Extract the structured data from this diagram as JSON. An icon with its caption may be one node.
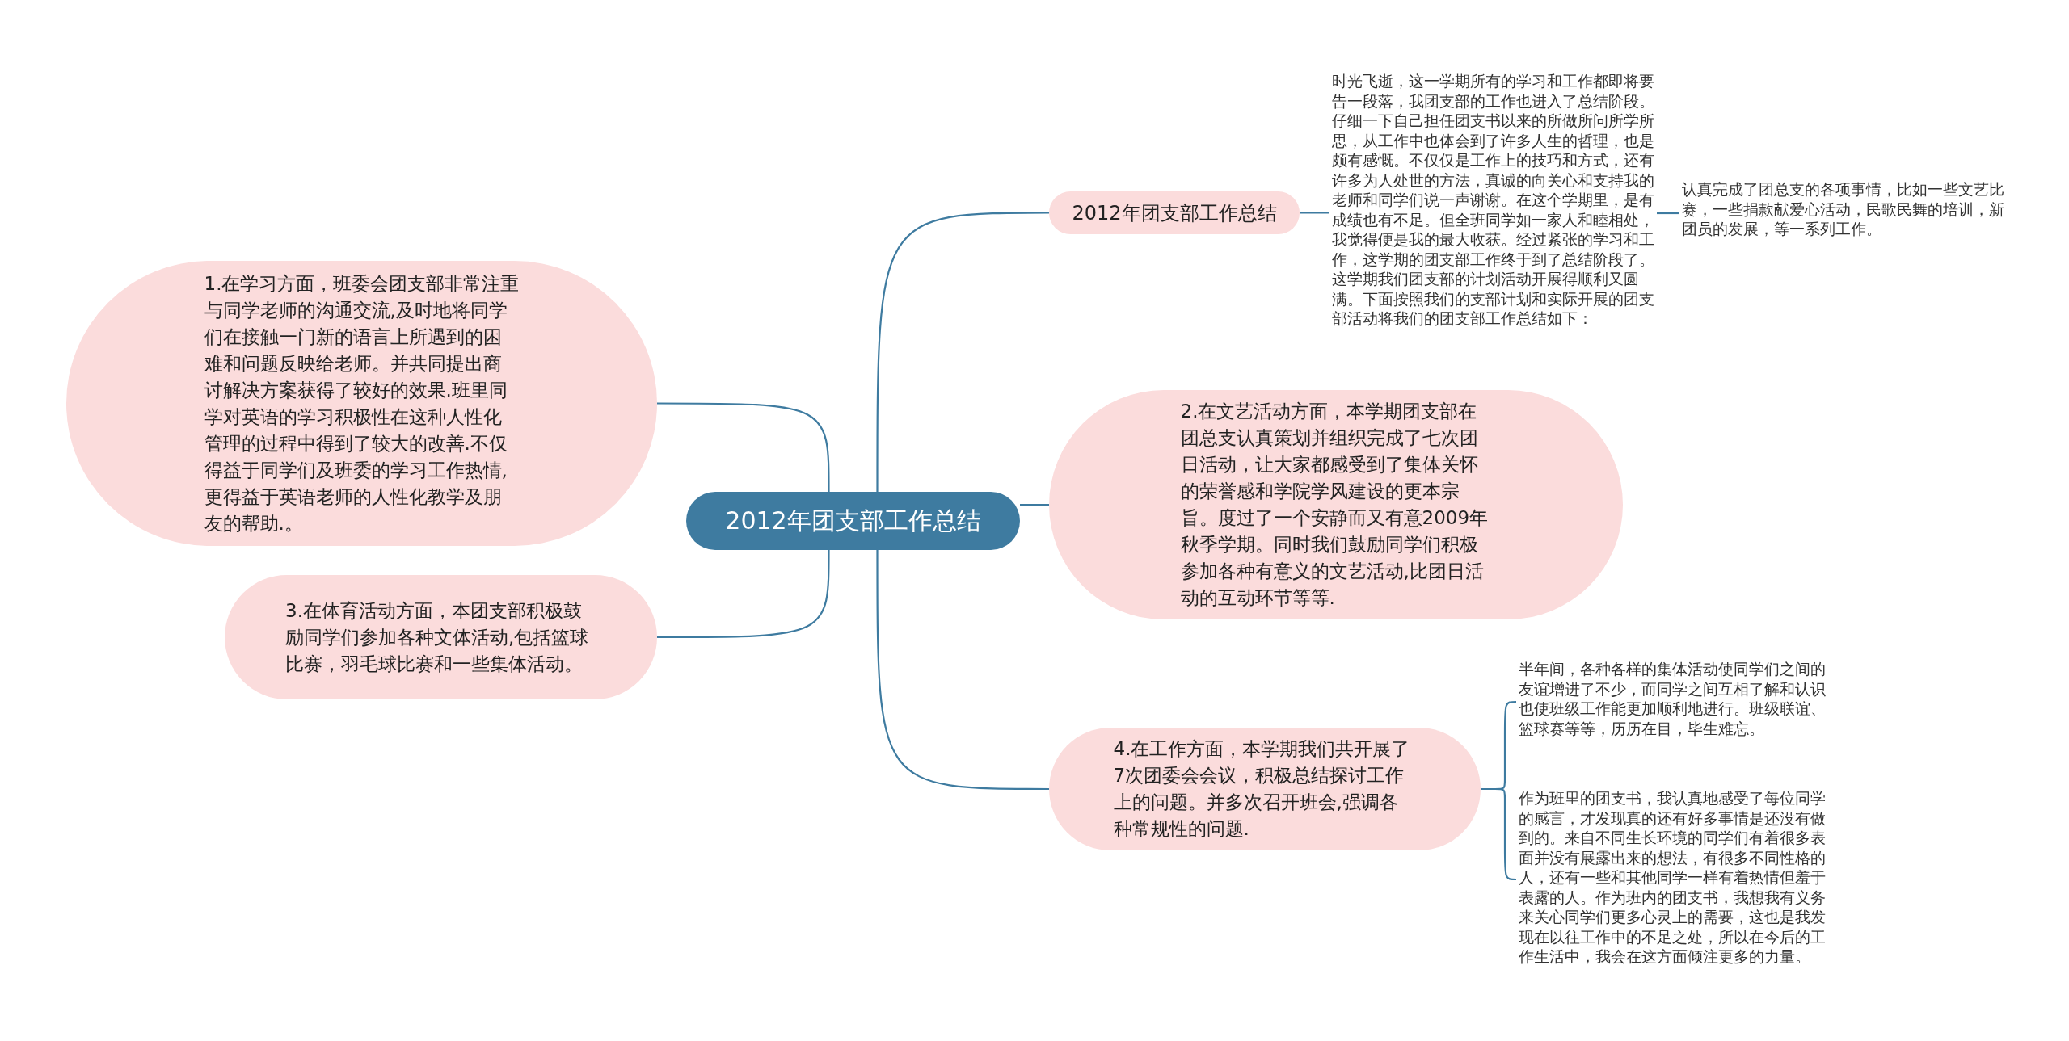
{
  "diagram": {
    "nodes": [
      {
        "text": [
          "2012年团支部工作总结"
        ]
      },
      {
        "text": [
          "2012年团支部工作总结"
        ]
      },
      {
        "text": [
          "时光飞逝，这一学期所有的学习和工作都即将要告一段落，我团支部的工作也进入了总结阶段。仔细一下自己担任团支书以来的所做所问所学所思，从工作中也体会到了许多人生的哲理，也是颇有感慨。不仅仅是工作上的技巧和方式，还有许多为人处世的方法，真诚的向关心和支持我的老师和同学们说一声谢谢。在这个学期里，是有成绩也有不足。但全班同学如一家人和睦相处，我觉得便是我的最大收获。经过紧张的学习和工作，这学期的团支部工作终于到了总结阶段了。这学期我们团支部的计划活动开展得顺利又圆满。下面按照我们的支部计划和实际开展的团支部活动将我们的团支部工作总结如下："
        ]
      },
      {
        "text": [
          "认真完成了团总支的各项事情，比如一些文艺比赛，一些捐款献爱心活动，民歌民舞的培训，新团员的发展，等一系列工作。"
        ]
      },
      {
        "text": [
          "1.在学习方面，班委会团支部非常注重与同学老师的沟通交流,及时地将同学们在接触一门新的语言上所遇到的困难和问题反映给老师。并共同提出商讨解决方案获得了较好的效果.班里同学对英语的学习积极性在这种人性化管理的过程中得到了较大的改善.不仅得益于同学们及班委的学习工作热情,更得益于英语老师的人性化教学及朋友的帮助.。"
        ]
      },
      {
        "text": [
          "2.在文艺活动方面，本学期团支部在团总支认真策划并组织完成了七次团日活动，让大家都感受到了集体关怀的荣誉感和学院学风建设的更本宗旨。度过了一个安静而又有意2009年秋季学期。同时我们鼓励同学们积极参加各种有意义的文艺活动,比团日活动的互动环节等等."
        ]
      },
      {
        "text": [
          "3.在体育活动方面，本团支部积极鼓励同学们参加各种文体活动,包括篮球比赛，羽毛球比赛和一些集体活动。"
        ]
      },
      {
        "text": [
          "4.在工作方面，本学期我们共开展了7次团委会会议，积极总结探讨工作上的问题。并多次召开班会,强调各种常规性的问题."
        ]
      },
      {
        "text": [
          "半年间，各种各样的集体活动使同学们之间的友谊增进了不少，而同学之间互相了解和认识也使班级工作能更加顺利地进行。班级联谊、篮球赛等等，历历在目，毕生难忘。"
        ]
      },
      {
        "text": [
          "作为班里的团支书，我认真地感受了每位同学的感言，才发现真的还有好多事情是还没有做到的。来自不同生长环境的同学们有着很多表面并没有展露出来的想法，有很多不同性格的人，还有一些和其他同学一样有着热情但羞于表露的人。作为班内的团支书，我想我有义务来关心同学们更多心灵上的需要，这也是我发现在以往工作中的不足之处，所以在今后的工作生活中，我会在这方面倾注更多的力量。"
        ]
      }
    ],
    "edges": [
      {
        "from": 0,
        "to": 1,
        "arrow": "none"
      },
      {
        "from": 1,
        "to": 2,
        "arrow": "none"
      },
      {
        "from": 2,
        "to": 3,
        "arrow": "none"
      },
      {
        "from": 0,
        "to": 4,
        "arrow": "none"
      },
      {
        "from": 0,
        "to": 5,
        "arrow": "none"
      },
      {
        "from": 0,
        "to": 6,
        "arrow": "none"
      },
      {
        "from": 0,
        "to": 7,
        "arrow": "none"
      },
      {
        "from": 7,
        "to": 8,
        "arrow": "none"
      },
      {
        "from": 7,
        "to": 9,
        "arrow": "none"
      }
    ]
  }
}
